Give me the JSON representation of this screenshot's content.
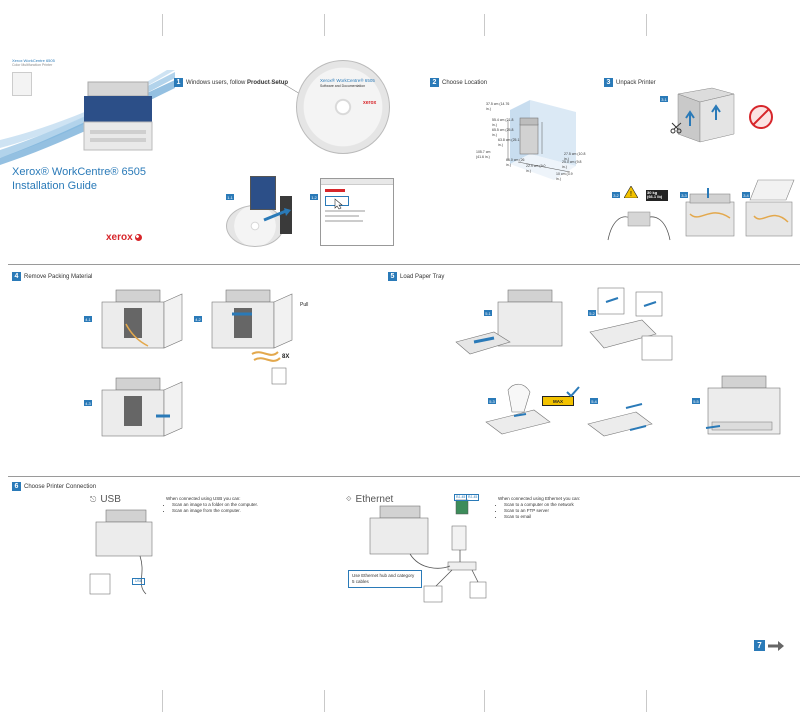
{
  "cover": {
    "product_small": "Xerox WorkCentre 6505",
    "subtitle_small": "Color Multifunction Printer",
    "title_line1": "Xerox® WorkCentre® 6505",
    "title_line2": "Installation Guide",
    "brand": "xerox"
  },
  "steps": {
    "s1": {
      "num": "1",
      "text_prefix": "Windows users, follow ",
      "text_bold": "Product Setup",
      "sub": [
        "1.1",
        "1.2"
      ]
    },
    "s2": {
      "num": "2",
      "text": "Choose Location",
      "dims": [
        "37.5 cm (14.76 in.)",
        "55.4 cm (21.8 in.)",
        "65.5 cm (25.8 in.)",
        "63.8 cm (25.1 in.)",
        "66.0 cm (26 in.)",
        "105.7 cm (41.6 in.)",
        "22.9 cm (9.0 in.)",
        "27.5 cm (10.8 in.)",
        "25.0 cm (9.8 in.)",
        "10 cm (3.9 in.)"
      ]
    },
    "s3": {
      "num": "3",
      "text": "Unpack Printer",
      "sub": [
        "3.1",
        "3.2",
        "3.3",
        "3.4"
      ],
      "weight": "30 kg (66.1 lb)"
    },
    "s4": {
      "num": "4",
      "text": "Remove Packing Material",
      "sub": [
        "4.1",
        "4.2",
        "4.3"
      ],
      "pull": "Pull",
      "count": "8X"
    },
    "s5": {
      "num": "5",
      "text": "Load Paper Tray",
      "sub": [
        "5.1",
        "5.2",
        "5.3",
        "5.4",
        "5.5"
      ],
      "max": "MAX"
    },
    "s6": {
      "num": "6",
      "text": "Choose Printer Connection"
    }
  },
  "cd_label": {
    "line1": "Xerox® WorkCentre® 6505",
    "line2": "Software and Documentation"
  },
  "usb": {
    "label": "USB",
    "heading": "When connected using USB you can:",
    "items": [
      "Scan an image to a folder on the computer.",
      "Scan an image from the computer."
    ],
    "cable": "USB"
  },
  "ethernet": {
    "label": "Ethernet",
    "heading": "When connected using Ethernet you can:",
    "items": [
      "Scan to a computer on the network",
      "Scan to an FTP server",
      "Scan to email"
    ],
    "note": "Use Ethernet hub and category 5 cables",
    "tag1": "RJ-45",
    "tag2": "RJ-45"
  },
  "next": {
    "num": "7"
  },
  "colors": {
    "accent": "#2a7ab8",
    "brand_red": "#d7262b"
  }
}
